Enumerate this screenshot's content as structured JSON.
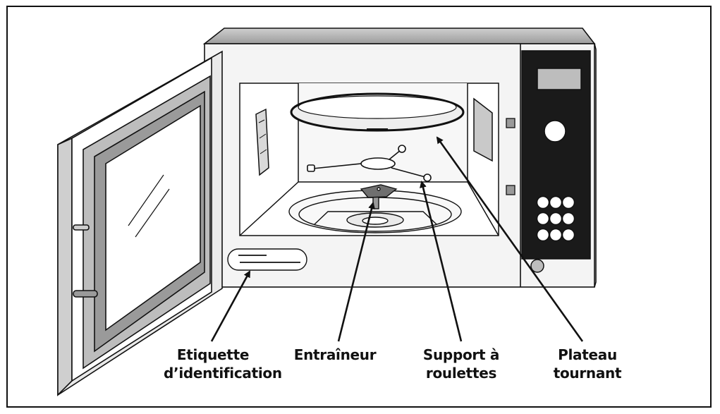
{
  "labels": {
    "id_label": {
      "line1": "Etiquette",
      "line2": "d’identification"
    },
    "coupler": {
      "line1": "Entraîneur"
    },
    "roller_support": {
      "line1": "Support à",
      "line2": "roulettes"
    },
    "turntable": {
      "line1": "Plateau",
      "line2": "tournant"
    }
  }
}
